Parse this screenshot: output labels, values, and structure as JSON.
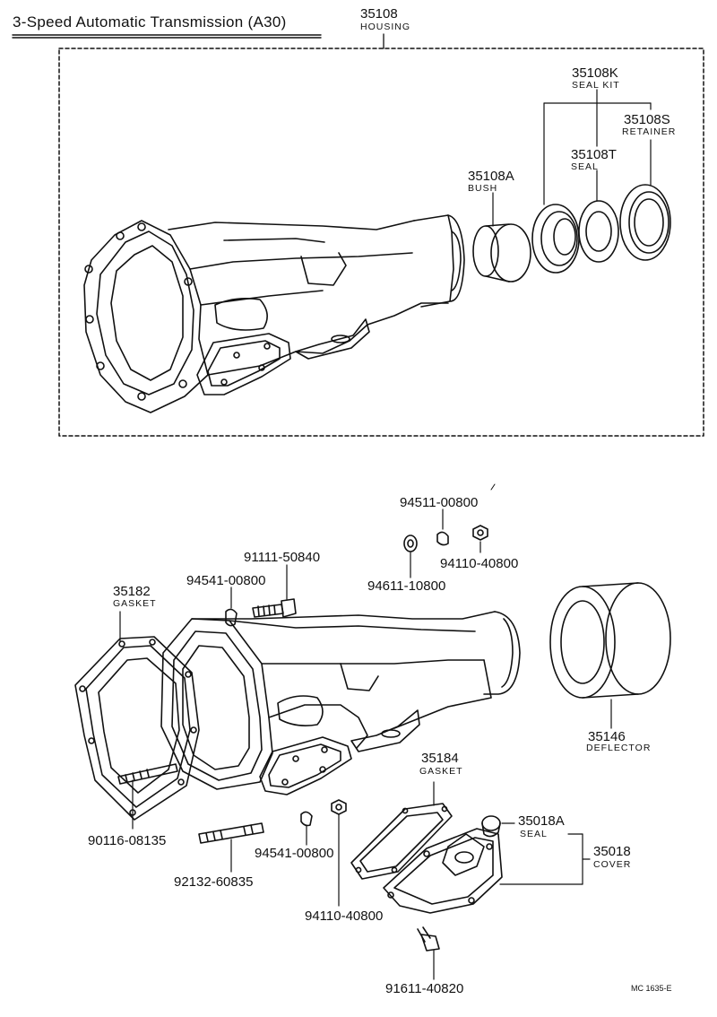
{
  "title": "3-Speed Automatic Transmission (A30)",
  "footer_code": "MC 1635-E",
  "top_group": {
    "housing": {
      "pn": "35108",
      "name": "HOUSING"
    },
    "seal_kit": {
      "pn": "35108K",
      "name": "SEAL KIT"
    },
    "retainer": {
      "pn": "35108S",
      "name": "RETAINER"
    },
    "seal": {
      "pn": "35108T",
      "name": "SEAL"
    },
    "bush": {
      "pn": "35108A",
      "name": "BUSH"
    }
  },
  "bottom_group": {
    "gasket_front": {
      "pn": "35182",
      "name": "GASKET"
    },
    "washer_a": "94541-00800",
    "bolt_a": "91111-50840",
    "washer_top": "94511-00800",
    "nut_top": "94110-40800",
    "washer_plain": "94611-10800",
    "deflector": {
      "pn": "35146",
      "name": "DEFLECTOR"
    },
    "gasket_cover": {
      "pn": "35184",
      "name": "GASKET"
    },
    "cover_seal": {
      "pn": "35018A",
      "name": "SEAL"
    },
    "cover": {
      "pn": "35018",
      "name": "COVER"
    },
    "stud_front": "90116-08135",
    "stud_lower": "92132-60835",
    "washer_b": "94541-00800",
    "nut_b": "94110-40800",
    "bolt_cover": "91611-40820"
  }
}
